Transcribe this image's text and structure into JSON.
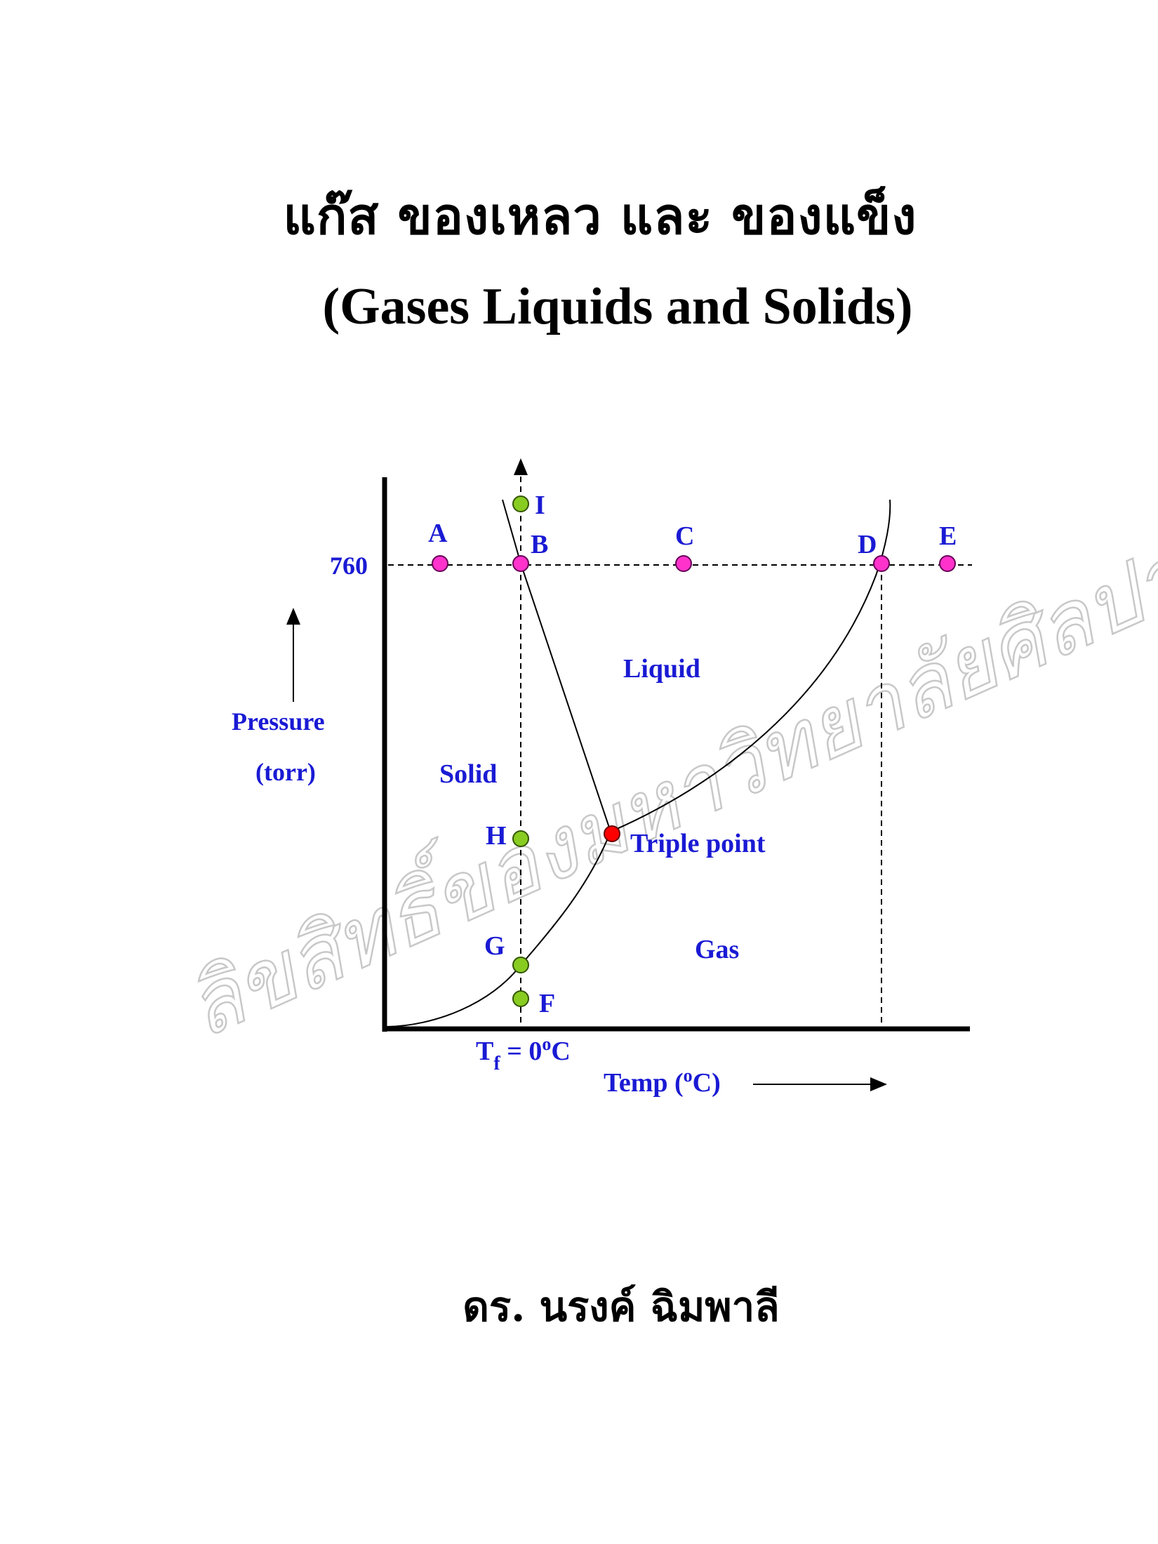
{
  "title_th": "แก๊ส  ของเหลว และ ของแข็ง",
  "title_en": "(Gases  Liquids and Solids)",
  "author": "ดร. นรงค์  ฉิมพาลี",
  "watermark": "ลิขสิทธิ์ของมหาวิทยาลัยศิลปากร",
  "diagram": {
    "pressure_value": "760",
    "y_label_1": "Pressure",
    "y_label_2": "(torr)",
    "x_label": "Temp (oC)",
    "freeze_label": "Tf = 0oC",
    "regions": {
      "solid": "Solid",
      "liquid": "Liquid",
      "gas": "Gas"
    },
    "triple_point": "Triple point",
    "points": [
      "A",
      "B",
      "C",
      "D",
      "E",
      "F",
      "G",
      "H",
      "I"
    ],
    "colors": {
      "label": "#1a1ad4",
      "point_magenta": "#ff33cc",
      "point_green": "#88cc22",
      "triple": "#ff0000"
    }
  }
}
